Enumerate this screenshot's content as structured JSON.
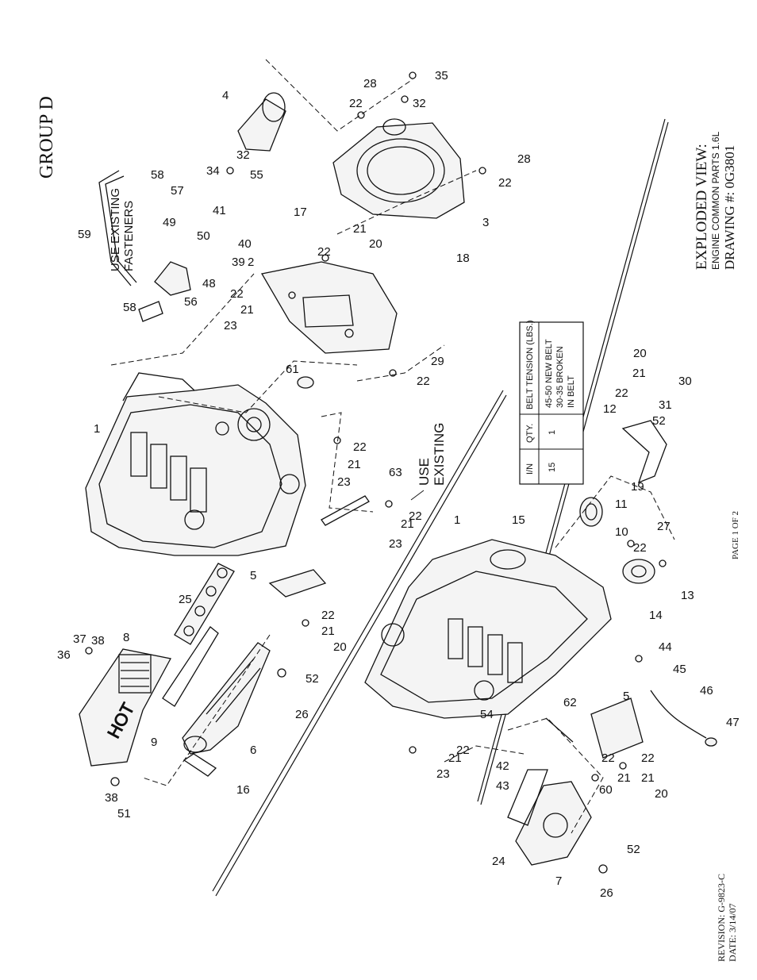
{
  "group_title": "GROUP D",
  "title_block": {
    "line1": "EXPLODED VIEW:",
    "line2": "ENGINE COMMON PARTS 1.6L",
    "line3": "DRAWING #: 0G3801"
  },
  "revision": "REVISION: G-9823-C",
  "date": "DATE: 3/14/07",
  "page": "PAGE 1 OF 2",
  "notes": {
    "use_existing_fasteners_1": "USE EXISTING",
    "use_existing_fasteners_2": "FASTENERS",
    "use_existing_1": "USE",
    "use_existing_2": "EXISTING",
    "hot_label": "HOT"
  },
  "belt_table": {
    "headers": [
      "I/N",
      "QTY.",
      "BELT TENSION (LBS.)"
    ],
    "row": [
      "15",
      "1"
    ],
    "tension_lines": [
      "45-50 NEW BELT",
      "30-35 BROKEN",
      "IN BELT"
    ]
  },
  "callouts": {
    "c1a": "1",
    "c1b": "1",
    "c2": "2",
    "c3": "3",
    "c4": "4",
    "c5a": "5",
    "c5b": "5",
    "c6": "6",
    "c7": "7",
    "c8": "8",
    "c9": "9",
    "c10": "10",
    "c11": "11",
    "c12": "12",
    "c13": "13",
    "c14": "14",
    "c15": "15",
    "c16": "16",
    "c17": "17",
    "c18": "18",
    "c19": "19",
    "c20a": "20",
    "c20b": "20",
    "c20c": "20",
    "c20d": "20",
    "c21a": "21",
    "c21b": "21",
    "c21c": "21",
    "c21d": "21",
    "c21e": "21",
    "c21f": "21",
    "c21g": "21",
    "c21h": "21",
    "c21i": "21",
    "c22a": "22",
    "c22b": "22",
    "c22c": "22",
    "c22d": "22",
    "c22e": "22",
    "c22f": "22",
    "c22g": "22",
    "c22h": "22",
    "c22i": "22",
    "c22j": "22",
    "c22k": "22",
    "c22l": "22",
    "c22m": "22",
    "c23a": "23",
    "c23b": "23",
    "c23c": "23",
    "c23d": "23",
    "c24": "24",
    "c25": "25",
    "c26a": "26",
    "c26b": "26",
    "c27": "27",
    "c28a": "28",
    "c28b": "28",
    "c29": "29",
    "c30": "30",
    "c31": "31",
    "c32a": "32",
    "c32b": "32",
    "c34": "34",
    "c35": "35",
    "c36": "36",
    "c37": "37",
    "c38a": "38",
    "c38b": "38",
    "c39": "39",
    "c40": "40",
    "c41": "41",
    "c42": "42",
    "c43": "43",
    "c44": "44",
    "c45": "45",
    "c46": "46",
    "c47": "47",
    "c48": "48",
    "c49": "49",
    "c50": "50",
    "c51": "51",
    "c52a": "52",
    "c52b": "52",
    "c52c": "52",
    "c54": "54",
    "c55": "55",
    "c56": "56",
    "c57": "57",
    "c58a": "58",
    "c58b": "58",
    "c59": "59",
    "c60": "60",
    "c61": "61",
    "c62": "62",
    "c63": "63"
  }
}
